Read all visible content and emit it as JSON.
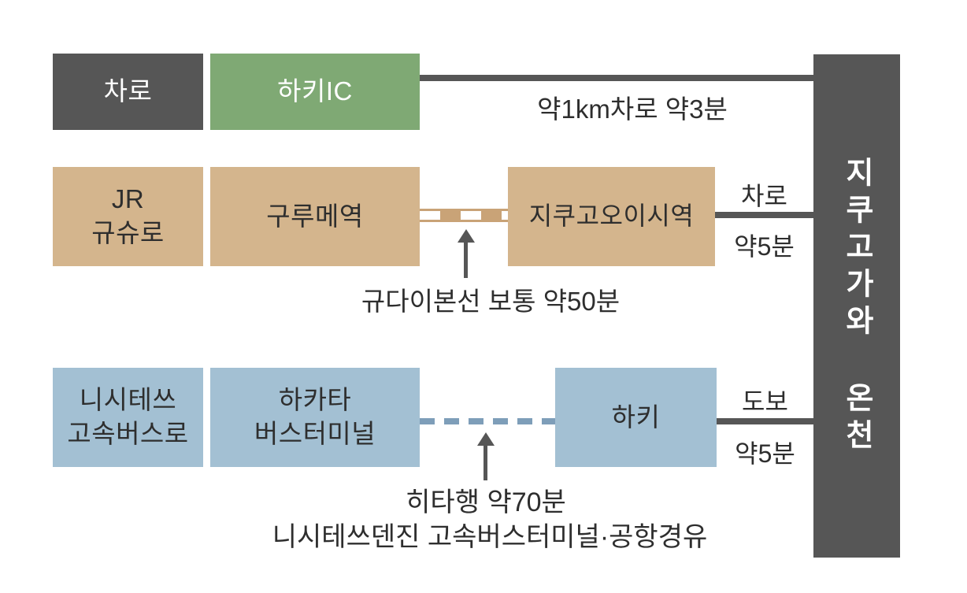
{
  "colors": {
    "dark": "#565656",
    "green": "#7fa974",
    "tan": "#d4b58d",
    "rail": "#c9a377",
    "blue": "#a3c0d3",
    "bus_dash": "#7e9eb9",
    "text": "#2e2e2e",
    "white": "#ffffff"
  },
  "destination": {
    "label": "지쿠고가와 온천"
  },
  "row_car": {
    "mode_label": "차로",
    "node1_label": "하키IC",
    "connector_label": "약1km차로 약3분"
  },
  "row_train": {
    "mode_label": "JR\n규슈로",
    "node1_label": "구루메역",
    "node2_label": "지쿠고오이시역",
    "rail_note": "규다이본선 보통 약50분",
    "leg_mode_label": "차로",
    "leg_time_label": "약5분"
  },
  "row_bus": {
    "mode_label": "니시테쓰\n고속버스로",
    "node1_label": "하카타\n버스터미널",
    "node2_label": "하키",
    "bus_note_line1": "히타행 약70분",
    "bus_note_line2": "니시테쓰덴진 고속버스터미널·공항경유",
    "leg_mode_label": "도보",
    "leg_time_label": "약5분"
  }
}
